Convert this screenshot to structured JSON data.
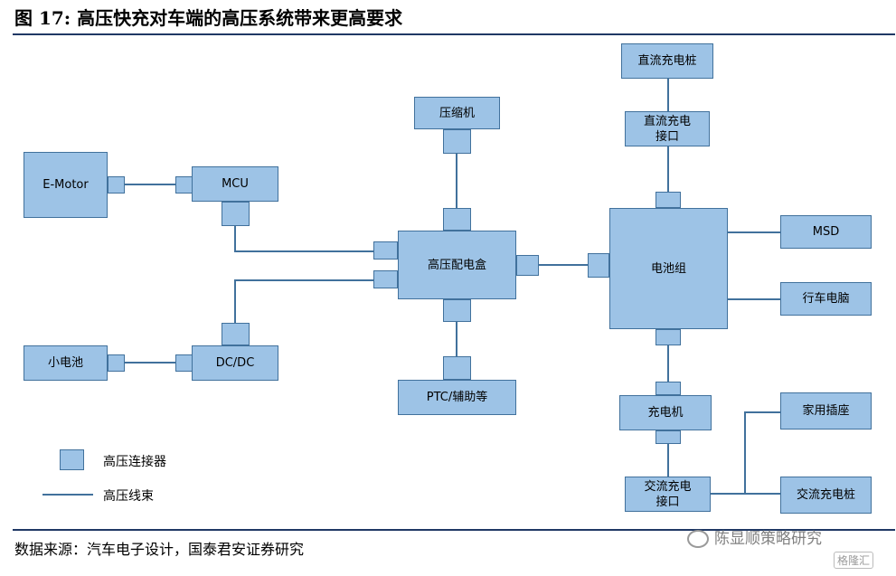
{
  "header": {
    "title": "图 17:  高压快充对车端的高压系统带来更高要求"
  },
  "diagram": {
    "nodes": {
      "emotor": "E-Motor",
      "mcu": "MCU",
      "small_battery": "小电池",
      "dcdc": "DC/DC",
      "compressor": "压缩机",
      "hv_box": "高压配电盒",
      "ptc": "PTC/辅助等",
      "dc_pile": "直流充电桩",
      "dc_port": "直流充电\n接口",
      "battery_pack": "电池组",
      "msd": "MSD",
      "vcu": "行车电脑",
      "charger": "充电机",
      "home_socket": "家用插座",
      "ac_port": "交流充电\n接口",
      "ac_pile": "交流充电桩"
    },
    "legend": {
      "connector": "高压连接器",
      "harness": "高压线束"
    }
  },
  "footer": {
    "source": "数据来源：汽车电子设计，国泰君安证券研究",
    "watermark": "陈显顺策略研究",
    "watermark2": "格隆汇"
  }
}
